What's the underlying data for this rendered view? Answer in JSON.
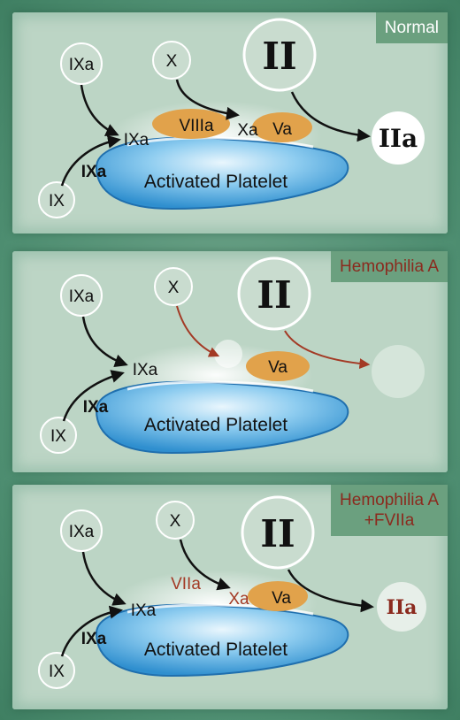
{
  "colors": {
    "background": "#4f8f72",
    "panel": "#bcd5c5",
    "label_box": "#6ba07f",
    "normal_label": "#ffffff",
    "hemophilia_label": "#8b2a1e",
    "cofactor": "#e1a24b",
    "platelet": "#5fb2e3",
    "red_arrow": "#a33a25"
  },
  "panels": [
    {
      "label": "Normal",
      "ixa_top": "IXa",
      "x": "X",
      "ii": "II",
      "ixa_complex": "IXa",
      "cofactor_left": "VIIIa",
      "xa": "Xa",
      "va": "Va",
      "product": "IIa",
      "ix": "IX",
      "ixa_small": "IXa",
      "platelet": "Activated Platelet"
    },
    {
      "label": "Hemophilia A",
      "ixa_top": "IXa",
      "x": "X",
      "ii": "II",
      "ixa_complex": "IXa",
      "va": "Va",
      "ix": "IX",
      "ixa_small": "IXa",
      "platelet": "Activated Platelet"
    },
    {
      "label_line1": "Hemophilia A",
      "label_line2": "+FVIIa",
      "ixa_top": "IXa",
      "x": "X",
      "ii": "II",
      "ixa_complex": "IXa",
      "viia": "VIIa",
      "xa": "Xa",
      "va": "Va",
      "product": "IIa",
      "ix": "IX",
      "ixa_small": "IXa",
      "platelet": "Activated Platelet"
    }
  ]
}
